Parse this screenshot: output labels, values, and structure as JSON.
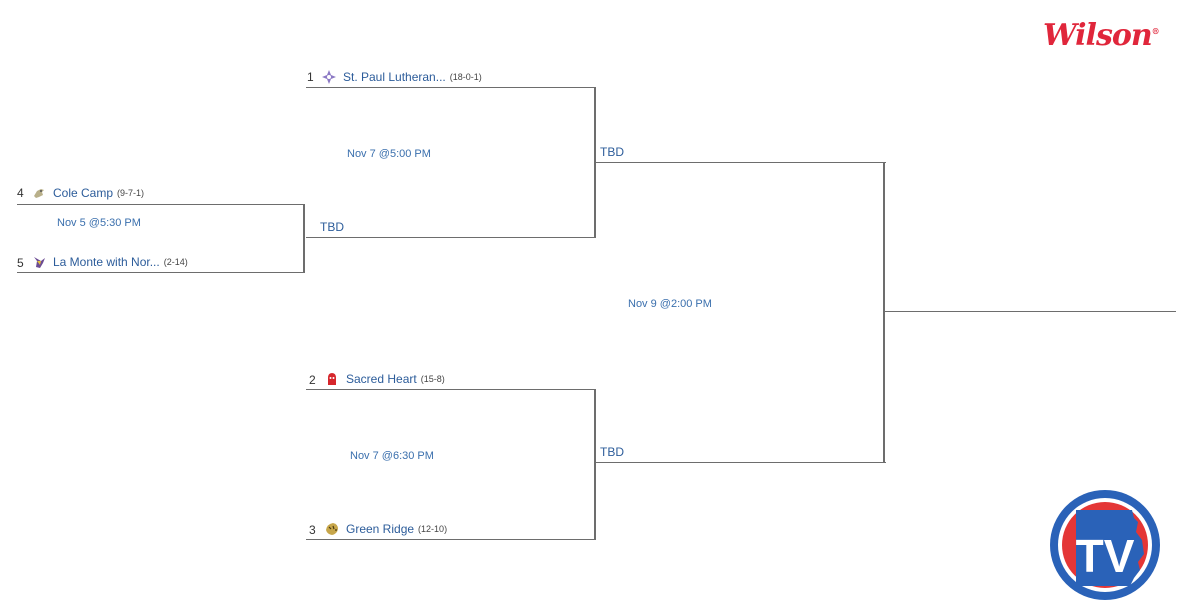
{
  "brand": {
    "sponsor": "Wilson",
    "sponsor_mark": "®",
    "network_badge": "TV"
  },
  "colors": {
    "link": "#2c5c9a",
    "line": "#6d6d6d",
    "wilson_red": "#e0263b",
    "mshsaa_blue": "#2a62b8",
    "mshsaa_red": "#e43636"
  },
  "round1": {
    "game": {
      "date": "Nov 5 @5:30 PM"
    },
    "top": {
      "seed": "4",
      "name": "Cole Camp",
      "record": "(9-7-1)",
      "icon": "bluejay-logo-icon"
    },
    "bottom": {
      "seed": "5",
      "name": "La Monte with Nor...",
      "record": "(2-14)",
      "icon": "viking-logo-icon"
    }
  },
  "round2": {
    "upper": {
      "date": "Nov 7 @5:00 PM",
      "top": {
        "seed": "1",
        "name": "St. Paul Lutheran...",
        "record": "(18-0-1)",
        "icon": "saints-logo-icon"
      },
      "bottom": {
        "label": "TBD"
      }
    },
    "lower": {
      "date": "Nov 7 @6:30 PM",
      "top": {
        "seed": "2",
        "name": "Sacred Heart",
        "record": "(15-8)",
        "icon": "gremlin-logo-icon"
      },
      "bottom": {
        "seed": "3",
        "name": "Green Ridge",
        "record": "(12-10)",
        "icon": "tiger-logo-icon"
      }
    }
  },
  "final": {
    "date": "Nov 9 @2:00 PM",
    "top": "TBD",
    "bottom": "TBD"
  }
}
